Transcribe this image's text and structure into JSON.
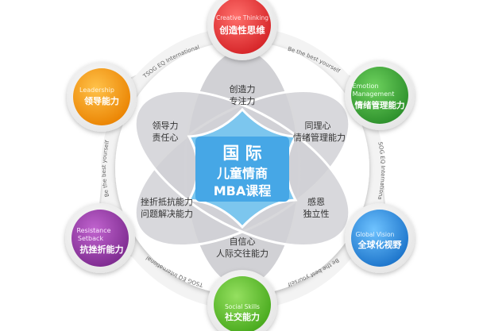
{
  "center": {
    "line1": "国  际",
    "line2": "儿童情商",
    "line3": "MBA课程"
  },
  "petals": {
    "top": [
      "创造力",
      "专注力"
    ],
    "upper_right": [
      "同理心",
      "情绪管理能力"
    ],
    "lower_right": [
      "感恩",
      "独立性"
    ],
    "bottom": [
      "自信心",
      "人际交往能力"
    ],
    "lower_left": [
      "挫折抵抗能力",
      "问题解决能力"
    ],
    "upper_left": [
      "领导力",
      "责任心"
    ]
  },
  "nodes": {
    "creative": {
      "en": "Creative Thinking",
      "zh": "创造性思维",
      "color": "#e8373a"
    },
    "emotion": {
      "en1": "Emotion",
      "en2": "Management",
      "zh": "情绪管理能力",
      "color": "#3aa635"
    },
    "global": {
      "en": "Global Vision",
      "zh": "全球化视野",
      "color": "#2a8fe0"
    },
    "social": {
      "en": "Social Skills",
      "zh": "社交能力",
      "color": "#5cc12a"
    },
    "resistance": {
      "en1": "Resistance",
      "en2": "Setback",
      "zh": "抗挫折能力",
      "color": "#9b3aa8"
    },
    "leadership": {
      "en": "Leadership",
      "zh": "领导能力",
      "color": "#f39b13"
    }
  },
  "ring_labels": {
    "tl": "TSOG EQ International",
    "tr": "Be the best yourself",
    "r": "TSOG EQ International",
    "br": "Be the best yourself",
    "bl": "TSOG EQ International",
    "l": "Be the best yourself"
  }
}
